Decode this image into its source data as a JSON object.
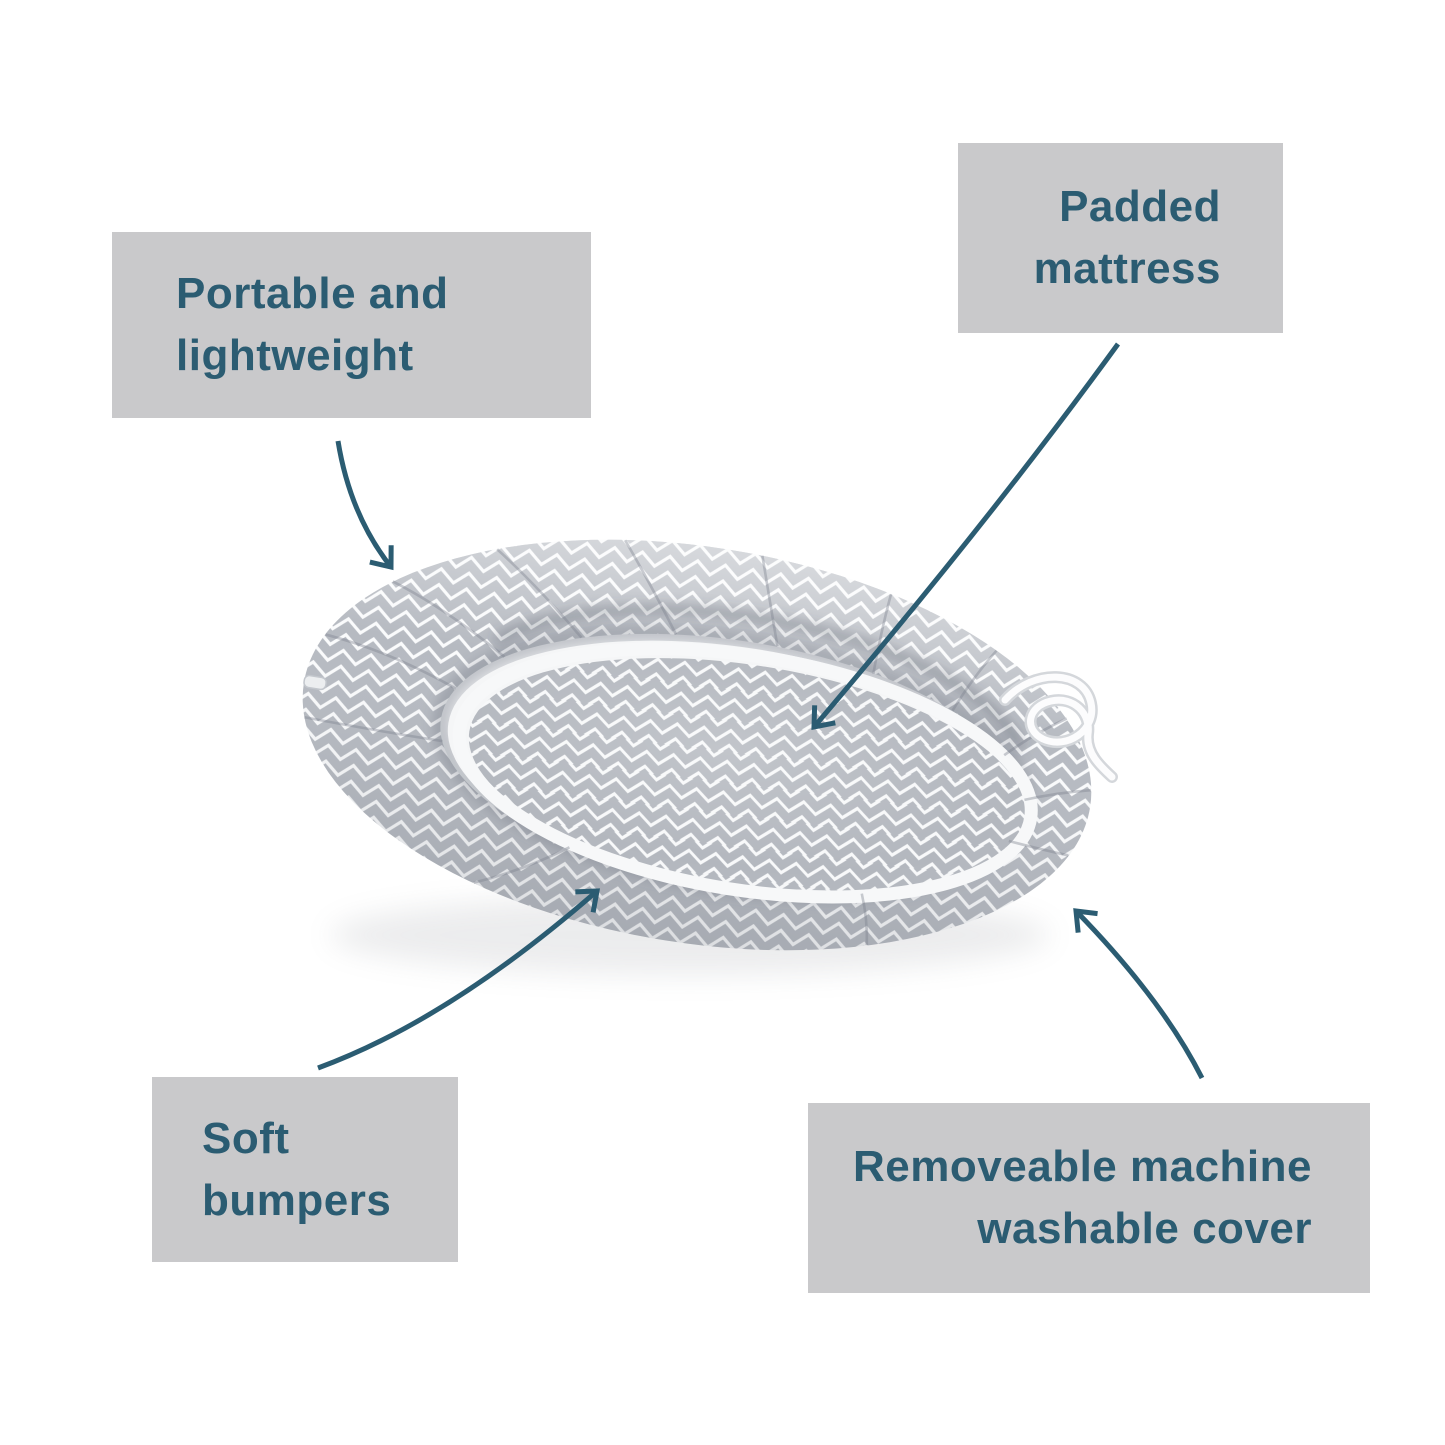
{
  "page": {
    "background": "#ffffff",
    "type_note": "product feature infographic"
  },
  "labels": {
    "portable": {
      "line1": "Portable and",
      "line2": "lightweight"
    },
    "padded": {
      "line1": "Padded",
      "line2": "mattress"
    },
    "soft": {
      "line1": "Soft",
      "line2": "bumpers"
    },
    "removeable": {
      "line1": "Removeable machine",
      "line2": "washable cover"
    }
  },
  "colors": {
    "label_box_bg": "#c9c9cb",
    "label_text": "#2b5c72",
    "arrow": "#2b5c72",
    "chevron_gray": "#b6bac1",
    "fabric_white": "#fafbfc"
  }
}
